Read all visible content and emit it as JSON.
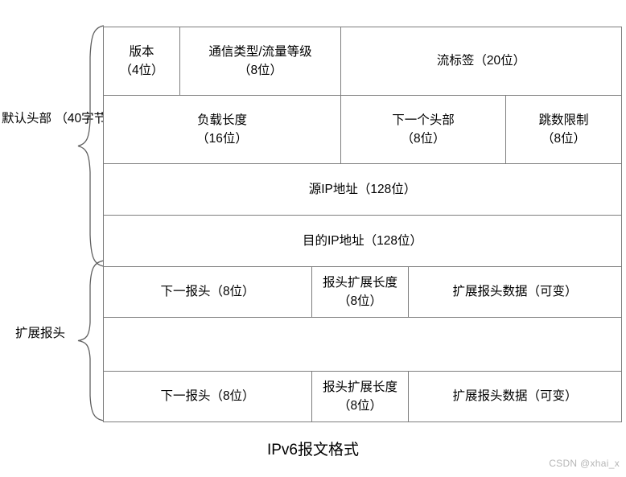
{
  "figure": {
    "caption": "IPv6报文格式",
    "watermark": "CSDN @xhai_x",
    "highlight_color": "#fafad7",
    "border_color": "#7d7d7d",
    "groups": [
      {
        "name": "default-header",
        "label_line1": "默认头部",
        "label_line2": "（40字节）"
      },
      {
        "name": "extension-header",
        "label_line1": "扩展报头",
        "label_line2": ""
      }
    ]
  },
  "header_rows": {
    "row1": {
      "version": {
        "name": "版本",
        "bits": "（4位）"
      },
      "traffic_class": {
        "name": "通信类型/流量等级",
        "bits": "（8位）"
      },
      "flow_label": {
        "name": "流标签（20位）"
      }
    },
    "row2": {
      "payload_length": {
        "name": "负载长度",
        "bits": "（16位）"
      },
      "next_header": {
        "name": "下一个头部",
        "bits": "（8位）"
      },
      "hop_limit": {
        "name": "跳数限制",
        "bits": "（8位）"
      }
    },
    "row3": {
      "source_address": "源IP地址（128位）"
    },
    "row4": {
      "destination_address": "目的IP地址（128位）"
    }
  },
  "extension_rows": [
    {
      "next_header": "下一报头（8位）",
      "header_ext_length": "报头扩展长度（8位）",
      "ext_header_data": "扩展报头数据（可变）"
    },
    {
      "next_header": "",
      "header_ext_length": "",
      "ext_header_data": ""
    },
    {
      "next_header": "下一报头（8位）",
      "header_ext_length": "报头扩展长度（8位）",
      "ext_header_data": "扩展报头数据（可变）"
    }
  ]
}
